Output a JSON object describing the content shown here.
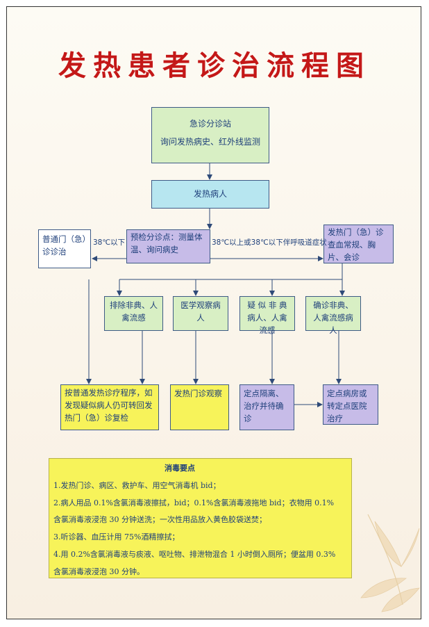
{
  "title": "发热患者诊治流程图",
  "nodes": {
    "triage_station": {
      "line1": "急诊分诊站",
      "line2": "询问发热病史、红外线监测"
    },
    "fever_patient": "发热病人",
    "pre_check": "预检分诊点：测量体温、询问病史",
    "general_clinic": "普通门（急）诊诊治",
    "fever_clinic": "发热门（急）诊查血常规、胸片、会诊",
    "exclude": "排除非典、人禽流感",
    "observe": "医学观察病人",
    "suspected": "疑 似 非 典 病人、人禽流感",
    "confirmed": "确诊非典、人禽流感病人",
    "follow_general": "按普通发热诊疗程序，如发现疑似病人仍可转回发热门（急）诊复检",
    "fever_observe": "发热门诊观察",
    "isolate": "定点隔离、治疗并待确诊",
    "designated": "定点病房或转定点医院治疗"
  },
  "edge_labels": {
    "below_38": "38℃以下",
    "above_38": "38℃以上或38℃以下伴呼吸道症状"
  },
  "disinfection": {
    "title": "消毒要点",
    "lines": [
      "1.发热门诊、病区、救护车、用空气消毒机 bid；",
      "2.病人用品 0.1%含氯消毒液擦拭，bid；0.1%含氯消毒液拖地 bid；衣物用 0.1%",
      "含氯消毒液浸泡 30 分钟送洗；一次性用品放入黄色胶袋送焚；",
      "3.听诊器、血压计用 75%酒精擦拭；",
      "4.用 0.2%含氯消毒液与痰液、呕吐物、排泄物混合 1 小时倒入厕所；便盆用 0.3%",
      "含氯消毒液浸泡 30 分钟。"
    ]
  }
}
